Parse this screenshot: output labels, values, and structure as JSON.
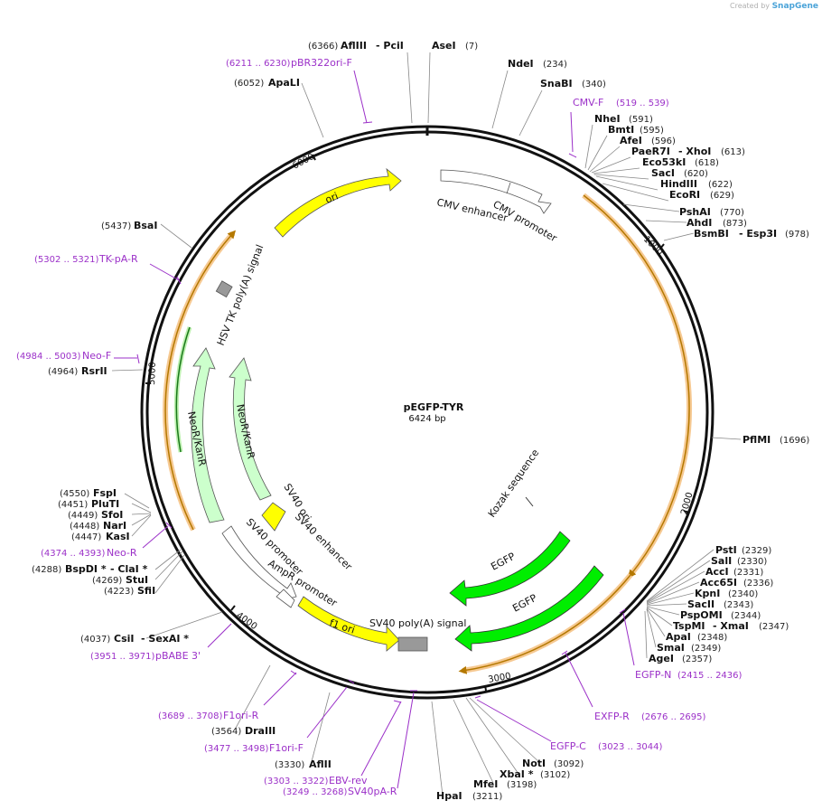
{
  "brand": {
    "created_by": "Created by",
    "name": "SnapGene"
  },
  "plasmid": {
    "name": "pEGFP-TYR",
    "length": "6424 bp"
  },
  "ticks": [
    "1000",
    "2000",
    "3000",
    "4000",
    "5000",
    "6000"
  ],
  "features": {
    "ori": "ori",
    "cmv_enhancer": "CMV enhancer",
    "cmv_promoter": "CMV promoter",
    "hsv_tk": "HSV TK poly(A) signal",
    "neo1": "NeoR/KanR",
    "neo2": "NeoR/KanR",
    "sv40_ori": "SV40 ori",
    "sv40_enh": "SV40 enhancer",
    "sv40_prom": "SV40 promoter",
    "ampr_prom": "AmpR promoter",
    "f1_ori": "f1 ori",
    "sv40_polya": "SV40 poly(A) signal",
    "egfp1": "EGFP",
    "egfp2": "EGFP",
    "kozak": "Kozak sequence"
  },
  "sites": {
    "s0": {
      "name": "AflIII",
      "extra": "- PciI",
      "pos": "(6366)"
    },
    "s1": {
      "name": "AseI",
      "pos": "(7)"
    },
    "s2": {
      "name": "NdeI",
      "pos": "(234)"
    },
    "s3": {
      "name": "SnaBI",
      "pos": "(340)"
    },
    "s4": {
      "name": "NheI",
      "pos": "(591)"
    },
    "s5": {
      "name": "BmtI",
      "pos": "(595)"
    },
    "s6": {
      "name": "AfeI",
      "pos": "(596)"
    },
    "s7": {
      "name": "PaeR7I",
      "extra": "- XhoI",
      "pos": "(613)"
    },
    "s8": {
      "name": "Eco53kI",
      "pos": "(618)"
    },
    "s9": {
      "name": "SacI",
      "pos": "(620)"
    },
    "s10": {
      "name": "HindIII",
      "pos": "(622)"
    },
    "s11": {
      "name": "EcoRI",
      "pos": "(629)"
    },
    "s12": {
      "name": "PshAI",
      "pos": "(770)"
    },
    "s13": {
      "name": "AhdI",
      "pos": "(873)"
    },
    "s14": {
      "name": "BsmBI",
      "extra": "- Esp3I",
      "pos": "(978)"
    },
    "s15": {
      "name": "PflMI",
      "pos": "(1696)"
    },
    "s16": {
      "name": "PstI",
      "pos": "(2329)"
    },
    "s17": {
      "name": "SalI",
      "pos": "(2330)"
    },
    "s18": {
      "name": "AccI",
      "pos": "(2331)"
    },
    "s19": {
      "name": "Acc65I",
      "pos": "(2336)"
    },
    "s20": {
      "name": "KpnI",
      "pos": "(2340)"
    },
    "s21": {
      "name": "SacII",
      "pos": "(2343)"
    },
    "s22": {
      "name": "PspOMI",
      "pos": "(2344)"
    },
    "s23": {
      "name": "TspMI",
      "extra": "- XmaI",
      "pos": "(2347)"
    },
    "s24": {
      "name": "ApaI",
      "pos": "(2348)"
    },
    "s25": {
      "name": "SmaI",
      "pos": "(2349)"
    },
    "s26": {
      "name": "AgeI",
      "pos": "(2357)"
    },
    "s27": {
      "name": "NotI",
      "pos": "(3092)"
    },
    "s28": {
      "name": "XbaI *",
      "pos": "(3102)"
    },
    "s29": {
      "name": "MfeI",
      "pos": "(3198)"
    },
    "s30": {
      "name": "HpaI",
      "pos": "(3211)"
    },
    "s31": {
      "name": "AflII",
      "pos": "(3330)"
    },
    "s32": {
      "name": "DraIII",
      "pos": "(3564)"
    },
    "s33": {
      "name": "CsiI",
      "extra": "- SexAI *",
      "pos": "(4037)"
    },
    "s34": {
      "name": "SfiI",
      "pos": "(4223)"
    },
    "s35": {
      "name": "StuI",
      "pos": "(4269)"
    },
    "s36": {
      "name": "BspDI *",
      "extra": "- ClaI *",
      "pos": "(4288)"
    },
    "s37": {
      "name": "KasI",
      "pos": "(4447)"
    },
    "s38": {
      "name": "NarI",
      "pos": "(4448)"
    },
    "s39": {
      "name": "SfoI",
      "pos": "(4449)"
    },
    "s40": {
      "name": "PluTI",
      "pos": "(4451)"
    },
    "s41": {
      "name": "FspI",
      "pos": "(4550)"
    },
    "s42": {
      "name": "RsrII",
      "pos": "(4964)"
    },
    "s43": {
      "name": "BsaI",
      "pos": "(5437)"
    },
    "s44": {
      "name": "ApaLI",
      "pos": "(6052)"
    }
  },
  "primers": {
    "p0": {
      "name": "pBR322ori-F",
      "range": "(6211 .. 6230)"
    },
    "p1": {
      "name": "CMV-F",
      "range": "(519 .. 539)"
    },
    "p2": {
      "name": "TK-pA-R",
      "range": "(5302 .. 5321)"
    },
    "p3": {
      "name": "Neo-F",
      "range": "(4984 .. 5003)"
    },
    "p4": {
      "name": "Neo-R",
      "range": "(4374 .. 4393)"
    },
    "p5": {
      "name": "pBABE 3'",
      "range": "(3951 .. 3971)"
    },
    "p6": {
      "name": "F1ori-R",
      "range": "(3689 .. 3708)"
    },
    "p7": {
      "name": "F1ori-F",
      "range": "(3477 .. 3498)"
    },
    "p8": {
      "name": "EBV-rev",
      "range": "(3303 .. 3322)"
    },
    "p9": {
      "name": "SV40pA-R",
      "range": "(3249 .. 3268)"
    },
    "p10": {
      "name": "EGFP-C",
      "range": "(3023 .. 3044)"
    },
    "p11": {
      "name": "EXFP-R",
      "range": "(2676 .. 2695)"
    },
    "p12": {
      "name": "EGFP-N",
      "range": "(2415 .. 2436)"
    }
  },
  "colors": {
    "backbone": "#111111",
    "ori": "#ffff00",
    "cmv": "#ffffff",
    "neo": "#ccffcc",
    "egfp": "#00ee00",
    "polya": "#999999",
    "insert_arc": "#f4b86b",
    "insert_inner": "#b47800",
    "primer": "#9b30c8"
  }
}
